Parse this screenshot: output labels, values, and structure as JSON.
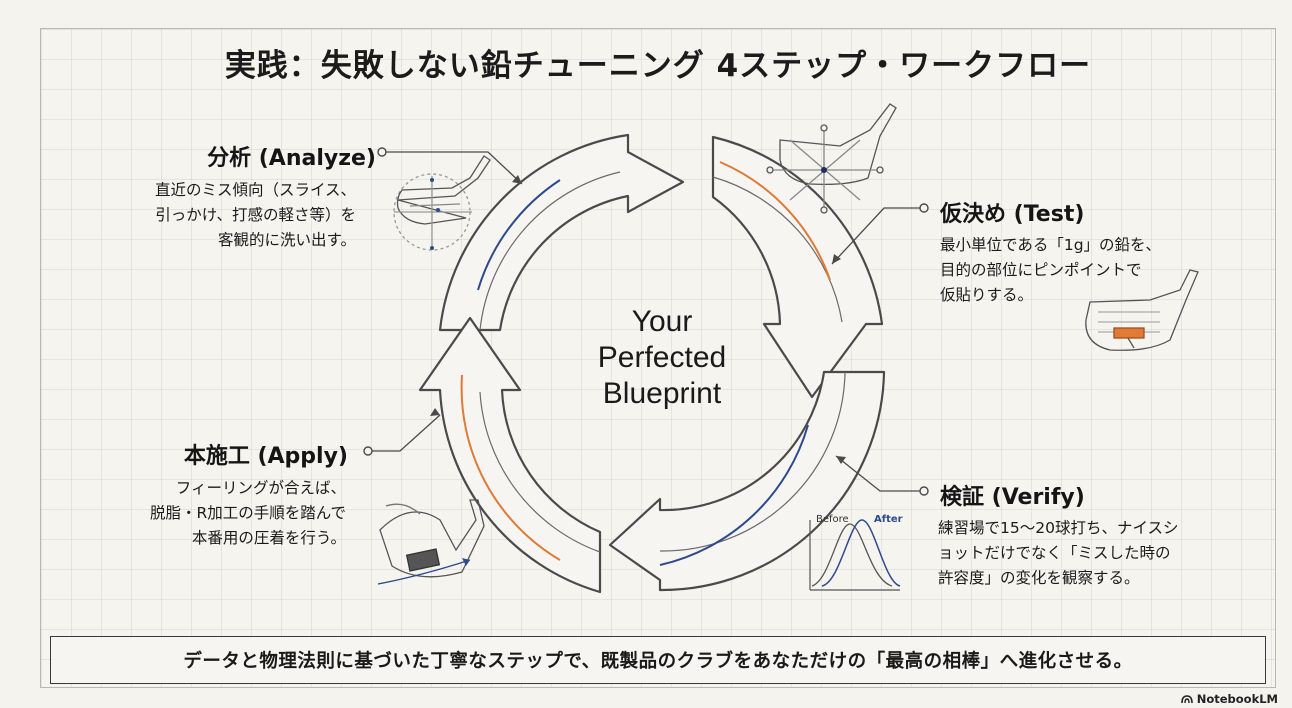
{
  "title": "実践：失敗しない鉛チューニング 4ステップ・ワークフロー",
  "center": [
    "Your",
    "Perfected",
    "Blueprint"
  ],
  "steps": [
    {
      "id": "analyze",
      "title": "分析 (Analyze)",
      "description": [
        "直近のミス傾向（スライス、",
        "引っかけ、打感の軽さ等）を",
        "客観的に洗い出す。"
      ]
    },
    {
      "id": "test",
      "title": "仮決め (Test)",
      "description": [
        "最小単位である「1g」の鉛を、",
        "目的の部位にピンポイントで",
        "仮貼りする。"
      ]
    },
    {
      "id": "verify",
      "title": "検証 (Verify)",
      "description": [
        "練習場で15〜20球打ち、ナイスシ",
        "ョットだけでなく「ミスした時の",
        "許容度」の変化を観察する。"
      ]
    },
    {
      "id": "apply",
      "title": "本施工 (Apply)",
      "description": [
        "フィーリングが合えば、",
        "脱脂・R加工の手順を踏んで",
        "本番用の圧着を行う。"
      ]
    }
  ],
  "chart_labels": {
    "before": "Before",
    "after": "After"
  },
  "footer": "データと物理法則に基づいた丁寧なステップで、既製品のクラブをあなただけの「最高の相棒」へ進化させる。",
  "brand": "NotebookLM",
  "colors": {
    "accent_blue": "#2c4a8c",
    "accent_orange": "#e07a35",
    "line": "#4a4a4a",
    "background": "#f4f3ee"
  }
}
